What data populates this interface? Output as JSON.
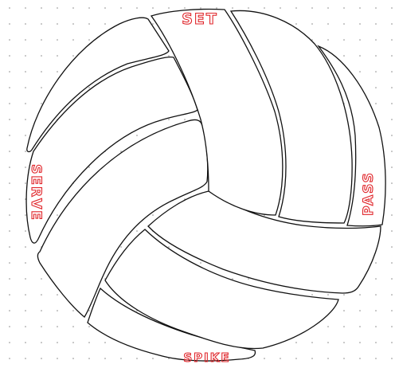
{
  "labels": {
    "top": "SET",
    "left": "SERVE",
    "right": "PASS",
    "bottom": "SPIKE"
  },
  "colors": {
    "background": "#ffffff",
    "outline": "#111111",
    "dot": "#8a8a8a",
    "label": "#e0262b"
  }
}
